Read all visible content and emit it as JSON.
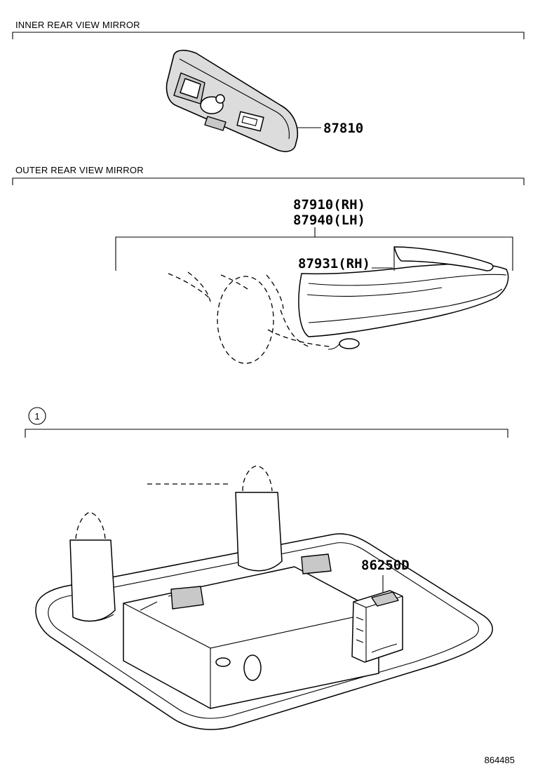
{
  "sections": {
    "inner": {
      "title": "INNER REAR VIEW MIRROR"
    },
    "outer": {
      "title": "OUTER REAR VIEW MIRROR"
    },
    "overhead": {
      "marker": "1"
    }
  },
  "parts": {
    "inner_mirror": "87810",
    "outer_mirror_rh": "87910(RH)",
    "outer_mirror_lh": "87940(LH)",
    "mirror_cover_rh": "87931(RH)",
    "sensor": "86250D"
  },
  "footer": {
    "figure_id": "864485"
  }
}
